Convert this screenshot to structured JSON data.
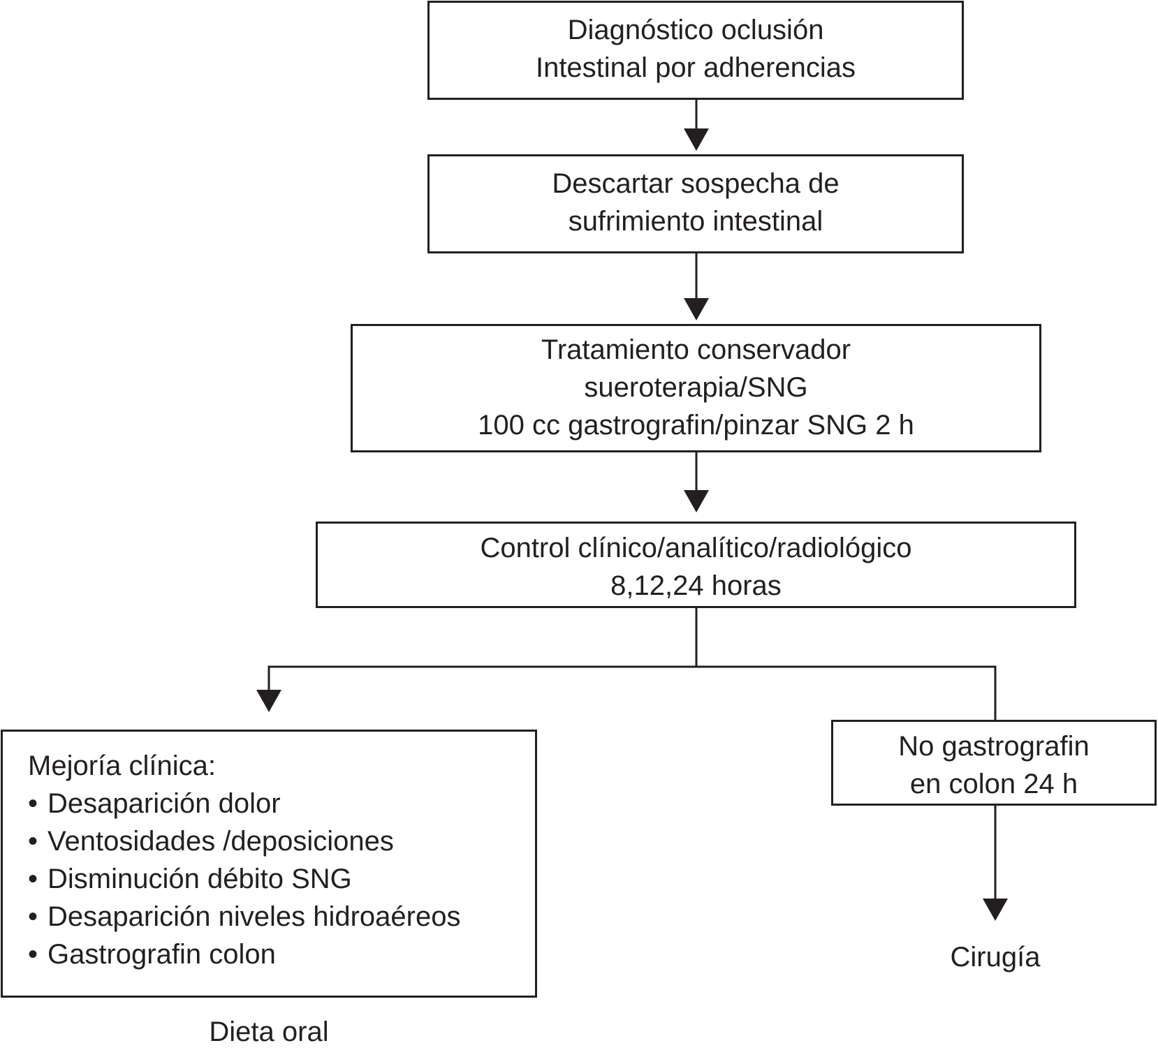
{
  "nodes": {
    "diagnostico": {
      "lines": [
        "Diagnóstico oclusión",
        "Intestinal por adherencias"
      ]
    },
    "descartar": {
      "lines": [
        "Descartar sospecha de",
        "sufrimiento intestinal"
      ]
    },
    "tratamiento": {
      "lines": [
        "Tratamiento conservador",
        "sueroterapia/SNG",
        "100 cc gastrografin/pinzar SNG 2 h"
      ]
    },
    "control": {
      "lines": [
        "Control clínico/analítico/radiológico",
        "8,12,24 horas"
      ]
    },
    "mejoria": {
      "title": "Mejoría clínica:",
      "bullet_symbol": "•",
      "items": [
        "Desaparición dolor",
        "Ventosidades /deposiciones",
        "Disminución débito SNG",
        "Desaparición niveles hidroaéreos",
        "Gastrografin colon"
      ]
    },
    "no_gastrografin": {
      "lines": [
        "No gastrografin",
        "en colon 24 h"
      ]
    },
    "dieta_oral": {
      "label": "Dieta oral"
    },
    "cirugia": {
      "label": "Cirugía"
    }
  },
  "edges": [
    {
      "from": "diagnostico",
      "to": "descartar"
    },
    {
      "from": "descartar",
      "to": "tratamiento"
    },
    {
      "from": "tratamiento",
      "to": "control"
    },
    {
      "from": "control",
      "to": "mejoria"
    },
    {
      "from": "control",
      "to": "no_gastrografin"
    },
    {
      "from": "no_gastrografin",
      "to": "cirugia"
    }
  ],
  "colors": {
    "line": "#231f20",
    "background": "#ffffff"
  }
}
